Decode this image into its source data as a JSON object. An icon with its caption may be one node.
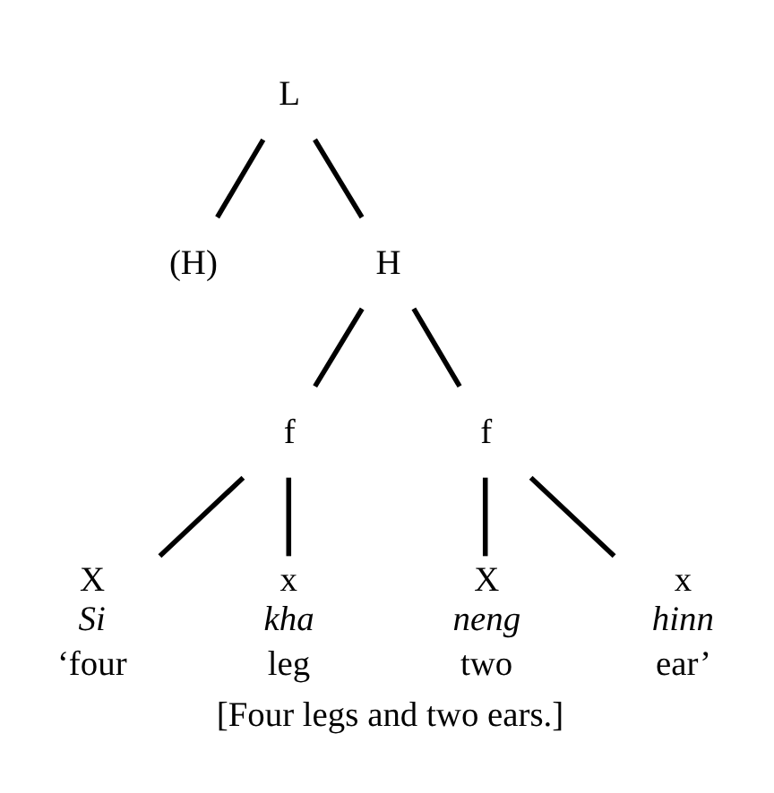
{
  "diagram": {
    "caption": "[Four legs and two ears.]",
    "nodes": [
      {
        "text": [
          "L"
        ]
      },
      {
        "text": [
          "(H)"
        ]
      },
      {
        "text": [
          "H"
        ]
      },
      {
        "text": [
          "f"
        ]
      },
      {
        "text": [
          "f"
        ]
      },
      {
        "text": [
          "X",
          "Si",
          "‘four"
        ]
      },
      {
        "text": [
          "x",
          "kha",
          "leg"
        ]
      },
      {
        "text": [
          "X",
          "neng",
          "two"
        ]
      },
      {
        "text": [
          "x",
          "hinn",
          "ear’"
        ]
      }
    ],
    "edges": [
      {
        "from": 0,
        "to": 1,
        "arrow": "none"
      },
      {
        "from": 0,
        "to": 2,
        "arrow": "none"
      },
      {
        "from": 2,
        "to": 3,
        "arrow": "none"
      },
      {
        "from": 2,
        "to": 4,
        "arrow": "none"
      },
      {
        "from": 3,
        "to": 5,
        "arrow": "none"
      },
      {
        "from": 3,
        "to": 6,
        "arrow": "none"
      },
      {
        "from": 4,
        "to": 7,
        "arrow": "none"
      },
      {
        "from": 4,
        "to": 8,
        "arrow": "none"
      }
    ]
  }
}
